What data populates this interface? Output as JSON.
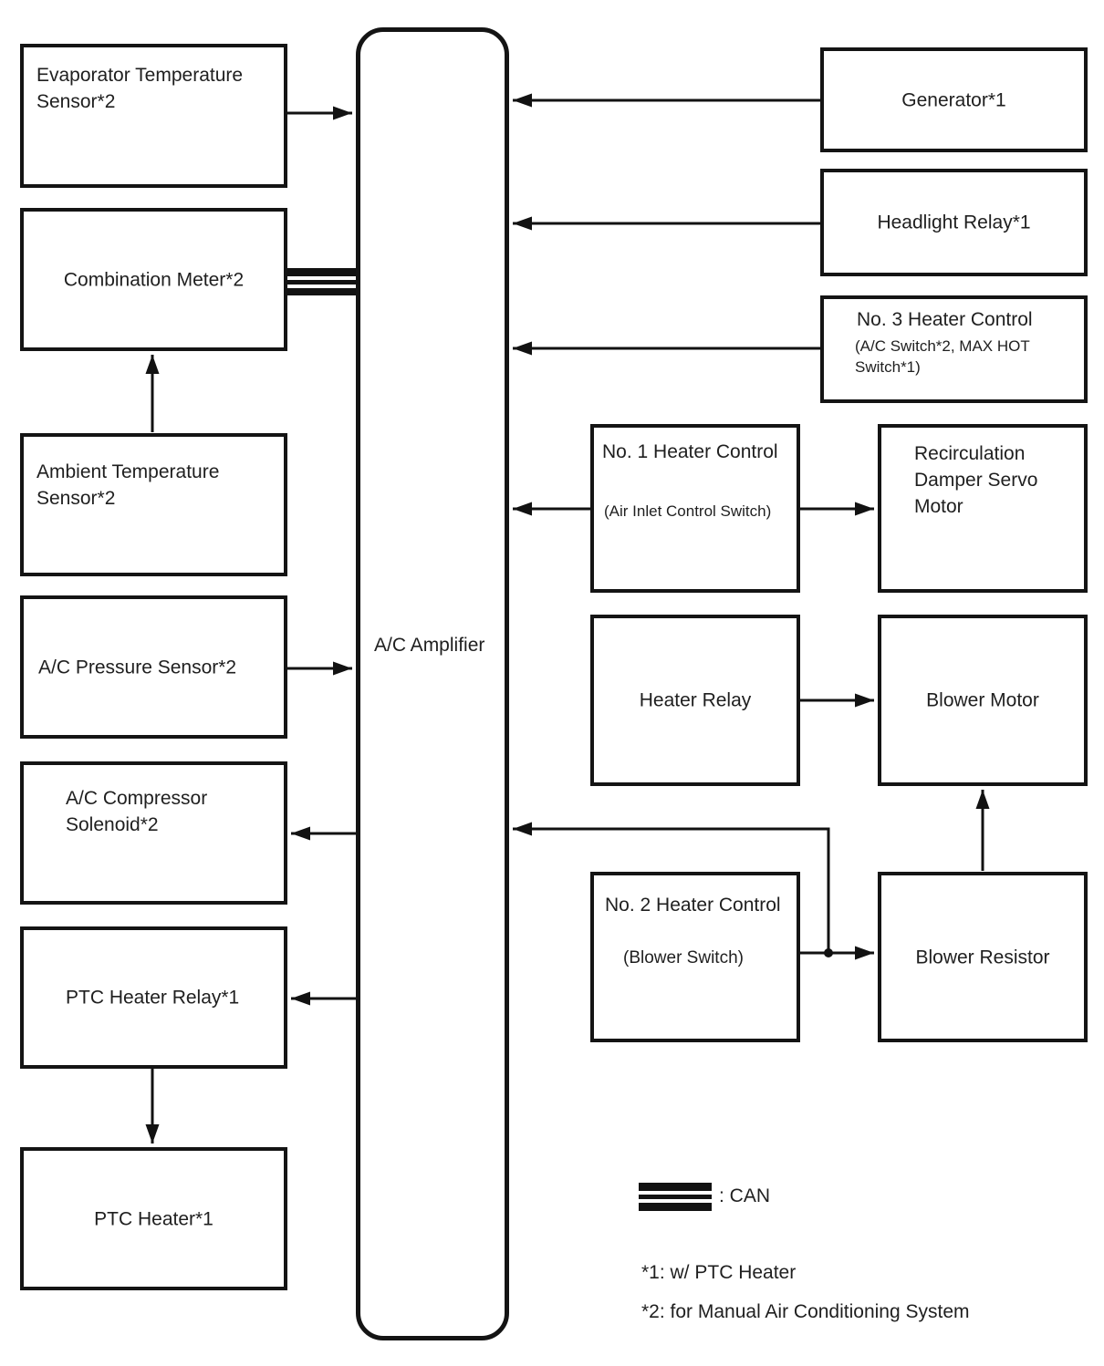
{
  "diagram": {
    "amplifier_label": "A/C Amplifier",
    "left_boxes": {
      "evaporator_temp_sensor": "Evaporator Temperature Sensor*2",
      "combination_meter": "Combination Meter*2",
      "ambient_temp_sensor": "Ambient Temperature Sensor*2",
      "ac_pressure_sensor": "A/C Pressure Sensor*2",
      "ac_compressor_solenoid": "A/C Compressor Solenoid*2",
      "ptc_heater_relay": "PTC Heater Relay*1",
      "ptc_heater": "PTC Heater*1"
    },
    "right_boxes": {
      "generator": "Generator*1",
      "headlight_relay": "Headlight Relay*1",
      "no3_heater_control": {
        "title": "No. 3 Heater Control",
        "sub": "(A/C Switch*2, MAX HOT Switch*1)"
      },
      "no1_heater_control": {
        "title": "No. 1 Heater Control",
        "sub": "(Air Inlet Control Switch)"
      },
      "recirculation_damper_servo_motor": "Recirculation Damper Servo Motor",
      "heater_relay": "Heater Relay",
      "blower_motor": "Blower Motor",
      "no2_heater_control": {
        "title": "No. 2 Heater Control",
        "sub": "(Blower Switch)"
      },
      "blower_resistor": "Blower Resistor"
    },
    "legend": {
      "can_label": ": CAN",
      "note_1": "*1: w/ PTC Heater",
      "note_2": "*2: for Manual Air Conditioning System"
    },
    "colors": {
      "line": "#121212",
      "background": "#ffffff",
      "text": "#1f1f1f"
    }
  }
}
